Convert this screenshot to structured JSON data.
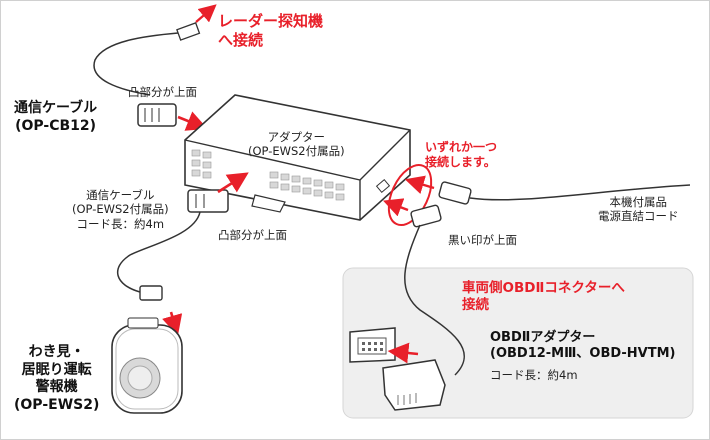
{
  "labels": {
    "radar_connect": [
      "レーダー探知機",
      "へ接続"
    ],
    "cable_main": [
      "通信ケーブル",
      "(OP-CB12)"
    ],
    "convex_top_1": "凸部分が上面",
    "adapter": [
      "アダプター",
      "(OP-EWS2付属品)"
    ],
    "either_one": [
      "いずれか一つ",
      "接続します。"
    ],
    "cable_sub": [
      "通信ケーブル",
      "(OP-EWS2付属品)",
      "コード長：約4m"
    ],
    "convex_top_2": "凸部分が上面",
    "power_cord": [
      "本機付属品",
      "電源直結コード"
    ],
    "black_mark": "黒い印が上面",
    "vehicle_obd": [
      "車両側OBDⅡコネクターへ",
      "接続"
    ],
    "obd_adapter": [
      "OBDⅡアダプター",
      "(OBD12-MⅢ、OBD-HVTM)"
    ],
    "obd_cord": "コード長：約4m",
    "warning_device": [
      "わき見・",
      "居眠り運転",
      "警報機",
      "(OP-EWS2)"
    ]
  },
  "colors": {
    "accent_red": "#e8202a",
    "panel_gray": "#efefef",
    "line_dark": "#333333"
  }
}
